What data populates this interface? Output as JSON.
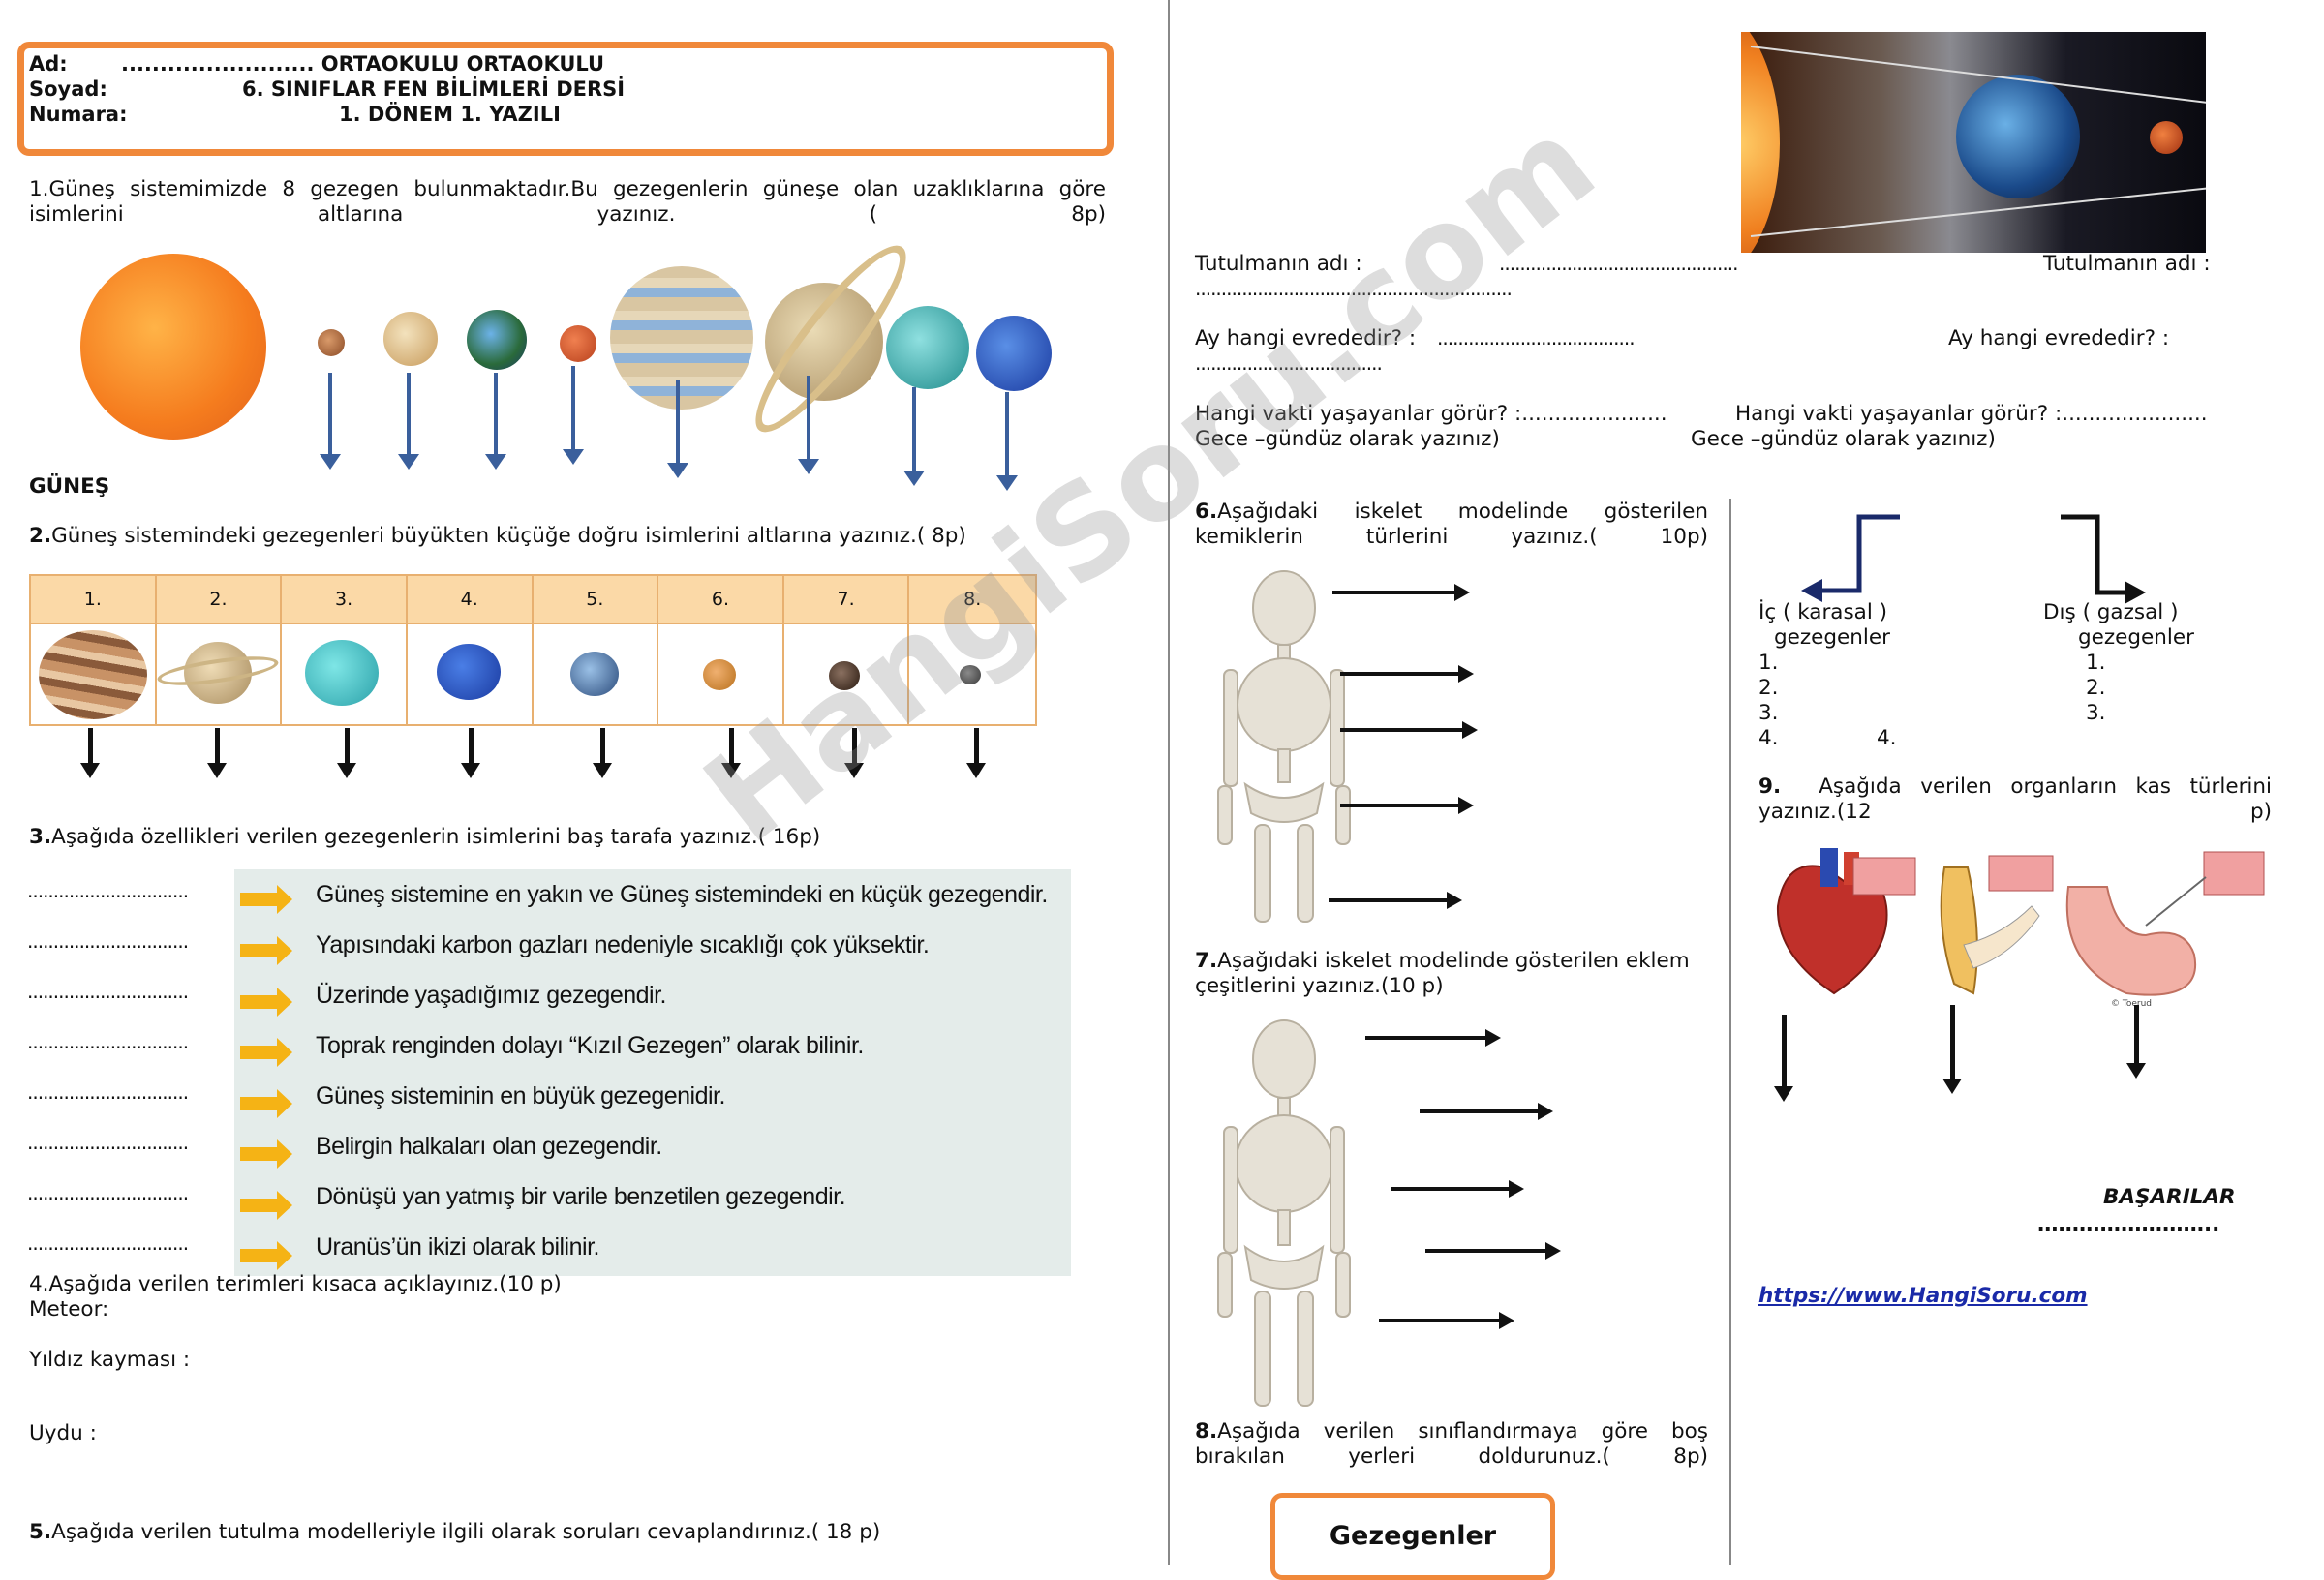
{
  "header": {
    "ad_label": "Ad:",
    "soyad_label": "Soyad:",
    "numara_label": "Numara:",
    "school": "......................... ORTAOKULU ORTAOKULU",
    "course": "6. SINIFLAR FEN BİLİMLERİ DERSİ",
    "exam": "1. DÖNEM 1. YAZILI"
  },
  "q1": {
    "text": "1.Güneş sistemimizde  8 gezegen bulunmaktadır.Bu gezegenlerin güneşe olan uzaklıklarına göre isimlerini  altlarına  yazınız. ( 8p)",
    "sun_label": "GÜNEŞ"
  },
  "q2": {
    "number": "2.",
    "text": "Güneş sistemindeki gezegenleri büyükten küçüğe doğru isimlerini altlarına yazınız.( 8p)",
    "columns": [
      "1.",
      "2.",
      "3.",
      "4.",
      "5.",
      "6.",
      "7.",
      "8."
    ]
  },
  "q3": {
    "number": "3.",
    "text": "Aşağıda özellikleri verilen gezegenlerin isimlerini  baş tarafa yazınız.( 16p)",
    "blank": "...............................",
    "items": [
      "Güneş sistemine en yakın ve Güneş sistemindeki en küçük gezegendir.",
      "Yapısındaki karbon gazları nedeniyle sıcaklığı çok yüksektir.",
      "Üzerinde yaşadığımız gezegendir.",
      "Toprak renginden dolayı “Kızıl Gezegen” olarak bilinir.",
      "Güneş sisteminin en büyük gezegenidir.",
      "Belirgin halkaları olan gezegendir.",
      "Dönüşü yan yatmış bir varile benzetilen gezegendir.",
      "Uranüs’ün ikizi olarak bilinir."
    ]
  },
  "q4": {
    "text": "4.Aşağıda verilen terimleri kısaca açıklayınız.(10 p)",
    "terms": [
      "Meteor:",
      "Yıldız kayması :",
      "Uydu :"
    ]
  },
  "q5": {
    "number": "5.",
    "text": "Aşağıda verilen tutulma modelleriyle ilgili olarak soruları cevaplandırınız.( 18 p)",
    "tutulma_label": "Tutulmanın      adı      :",
    "tutulma_dots": "..............................................",
    "tutulma_dots_long": ".............................................................",
    "ay_label": "Ay hangi evrededir? :",
    "ay_dots": "......................................",
    "ay_right_label": "Ay       hangi       evrededir?       :",
    "ay_dots2": "....................................",
    "vakit_label": "Hangi vakti yaşayanlar görür? :......................",
    "vakit_hint": "Gece –gündüz olarak yazınız)"
  },
  "q6": {
    "number": "6.",
    "text": "Aşağıdaki iskelet modelinde gösterilen kemiklerin türlerini yazınız.( 10p)"
  },
  "q7": {
    "number": "7.",
    "text": "Aşağıdaki iskelet modelinde gösterilen eklem çeşitlerini yazınız.(10 p)"
  },
  "q8": {
    "number": "8.",
    "text": "Aşağıda verilen sınıflandırmaya göre boş bırakılan yerleri doldurunuz.( 8p)",
    "box_title": "Gezegenler",
    "inner_label_1": "İç ( karasal )",
    "inner_label_2": "gezegenler",
    "outer_label_1": "Dış ( gazsal )",
    "outer_label_2": "gezegenler",
    "inner_items": [
      "1.",
      "2.",
      "3.",
      "4."
    ],
    "outer_items": [
      "1.",
      "2.",
      "3.",
      "4."
    ]
  },
  "q9": {
    "number": "9.",
    "text": "Aşağıda verilen organların kas türlerini yazınız.(12 p)",
    "credit": "© Toerud"
  },
  "closing": {
    "success": "BAŞARILAR",
    "dots": "……………………..",
    "link": "https://www.HangiSoru.com"
  },
  "watermark": "HangiSoru.com",
  "colors": {
    "header_border": "#f0883a",
    "table_header": "#fbd9a7",
    "q3_panel": "#e4ecea",
    "q3_arrow": "#f5b315",
    "arrow_blue": "#3a5f9c",
    "link": "#1a2aa8"
  }
}
